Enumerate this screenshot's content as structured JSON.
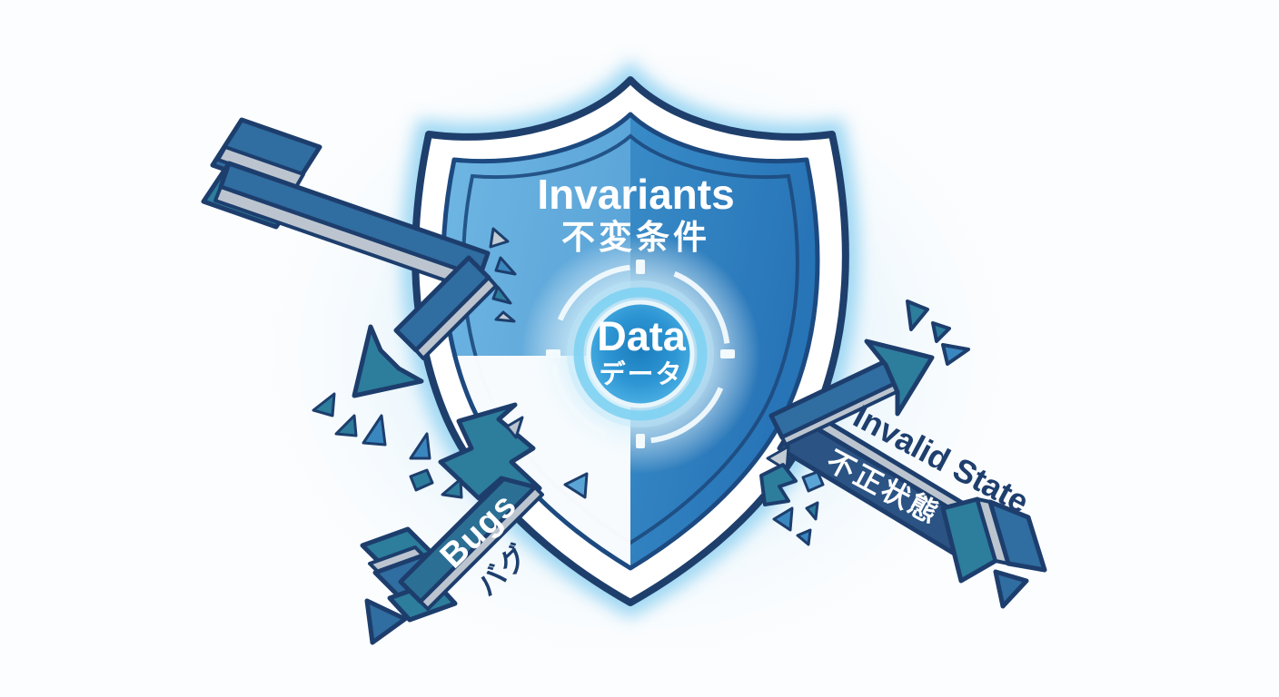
{
  "figure": {
    "shield": {
      "title_en": "Invariants",
      "title_ja": "不変条件"
    },
    "core": {
      "label_en": "Data",
      "label_ja": "データ"
    },
    "threats": [
      {
        "label_en": "Bugs",
        "label_ja": "バグ"
      },
      {
        "label_en": "Invalid State",
        "label_ja": "不正状態"
      }
    ],
    "palette": {
      "background": "#fcfdfe",
      "glow": "#bfe3f6",
      "shield_fill_left": "#55a8dd",
      "shield_fill_right": "#2e7ec2",
      "shield_outline": "#1d3e6d",
      "shield_rim": "#ffffff",
      "core_ring": "#8fd9f5",
      "core_disc": "#2d95d3",
      "arrow_steel": "#306da1",
      "arrow_teal": "#2d7d9c",
      "arrow_navy": "#2b5384",
      "stripe_silver": "#bcc5cf",
      "text_light": "#ffffff",
      "text_dark": "#1d3f6e"
    }
  }
}
